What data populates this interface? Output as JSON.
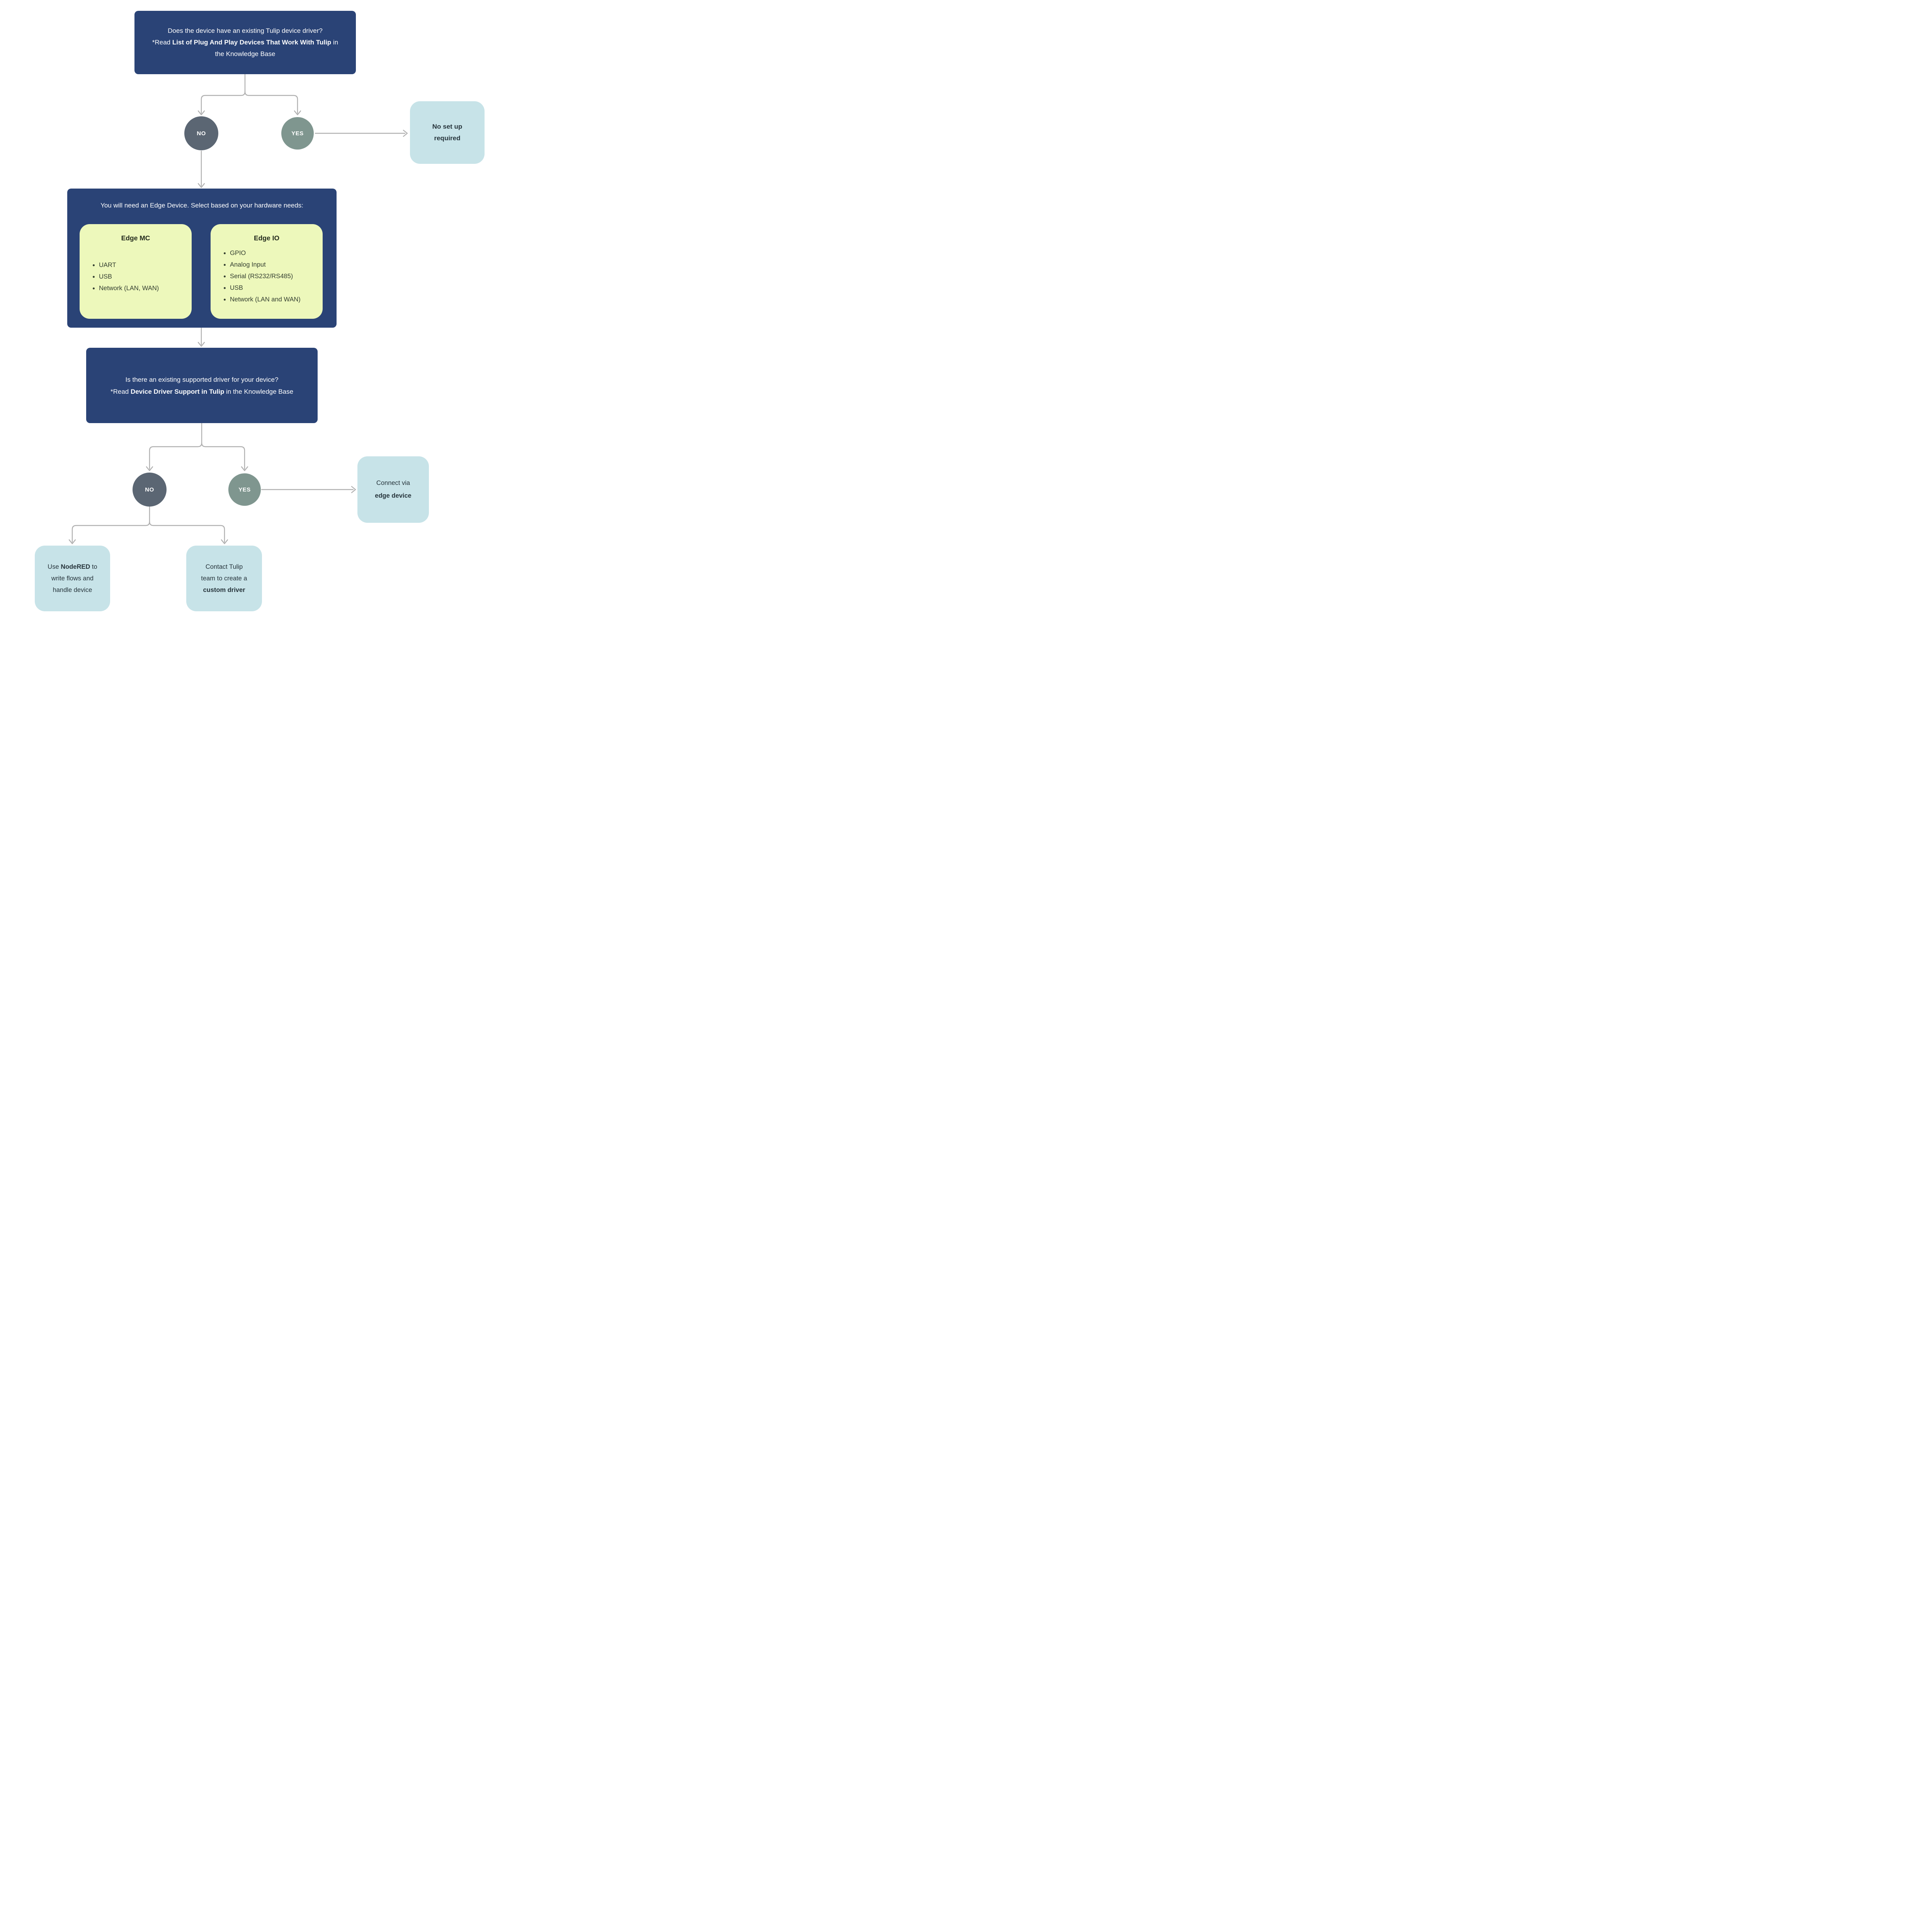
{
  "colors": {
    "navy": "#2a4376",
    "light_blue": "#c7e3e8",
    "yellow_green": "#edf8bb",
    "no_circle": "#5b6673",
    "yes_circle": "#7f968f",
    "arrow_gray": "#b0b0b0",
    "dark_text": "#26343b",
    "yellow_text": "#333e30",
    "yellow_title": "#232b1d",
    "white_text": "#ffffff"
  },
  "nodes": {
    "q1": {
      "line1": "Does the device have an existing Tulip device driver?",
      "line2_prefix": "*Read ",
      "line2_bold": "List of Plug And Play Devices That Work With Tulip",
      "line2_suffix": " in",
      "line3": "the Knowledge Base"
    },
    "decision1": {
      "no": "NO",
      "yes": "YES"
    },
    "no_setup": {
      "line1": "No set up",
      "line2": "required"
    },
    "edge_select": {
      "header": "You will need an Edge Device. Select based on your hardware needs:",
      "edge_mc": {
        "title": "Edge MC",
        "items": [
          "UART",
          "USB",
          "Network (LAN, WAN)"
        ]
      },
      "edge_io": {
        "title": "Edge IO",
        "items": [
          "GPIO",
          "Analog Input",
          "Serial (RS232/RS485)",
          "USB",
          "Network (LAN and WAN)"
        ]
      }
    },
    "q2": {
      "line1": "Is there an existing supported driver for your device?",
      "line2_prefix": "*Read ",
      "line2_bold": "Device Driver Support in Tulip",
      "line2_suffix": " in the Knowledge Base"
    },
    "decision2": {
      "no": "NO",
      "yes": "YES"
    },
    "connect_edge": {
      "line1": "Connect via",
      "line2_bold": "edge device"
    },
    "use_nodered": {
      "line1_prefix": "Use ",
      "line1_bold": "NodeRED",
      "line1_suffix": " to",
      "line2": "write flows and",
      "line3": "handle device"
    },
    "contact_tulip": {
      "line1": "Contact Tulip",
      "line2": "team to create a",
      "line3_bold": "custom driver"
    }
  }
}
